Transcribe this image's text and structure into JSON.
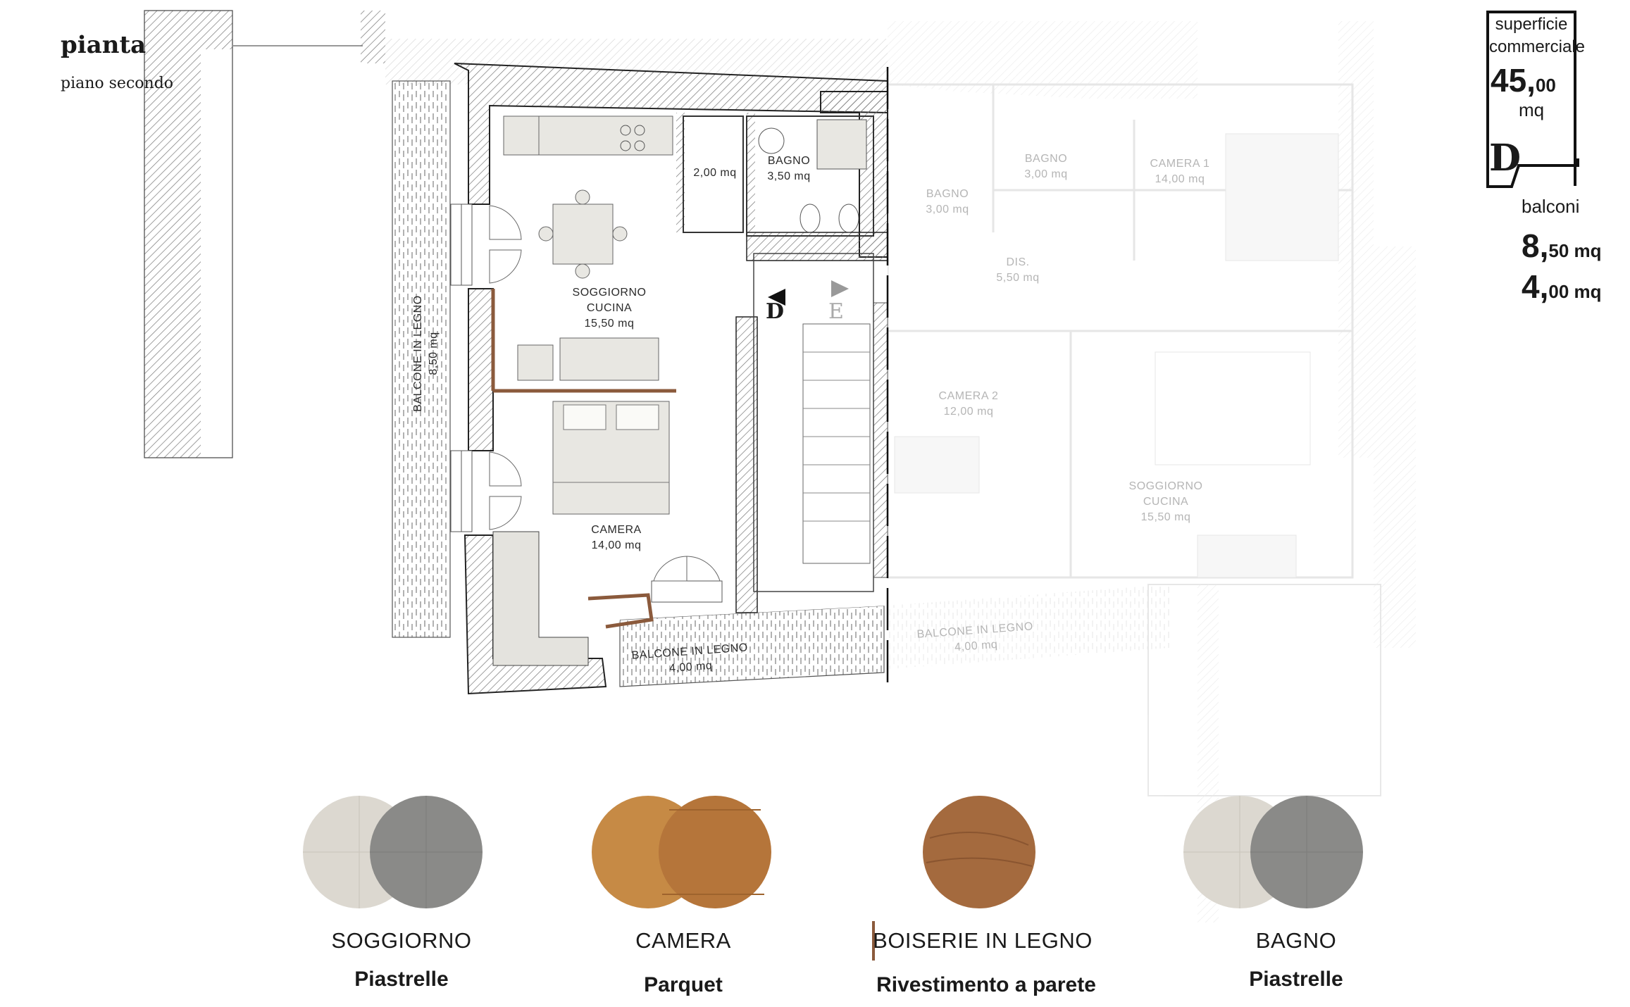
{
  "header": {
    "title": "pianta",
    "subtitle": "piano secondo"
  },
  "summary": {
    "commercial_label_line1": "superficie",
    "commercial_label_line2": "commerciale",
    "area_int": "45,",
    "area_dec": "00",
    "area_unit": "mq",
    "unit_letter": "D",
    "balconies_label": "balconi",
    "balcony1_int": "8,",
    "balcony1_dec": "50 mq",
    "balcony2_int": "4,",
    "balcony2_dec": "00 mq"
  },
  "plan": {
    "active_unit": "D",
    "adjacent_unit": "E",
    "rooms": [
      {
        "id": "soggiorno",
        "lines": [
          "SOGGIORNO",
          "CUCINA",
          "15,50 mq"
        ]
      },
      {
        "id": "rip",
        "lines": [
          "2,00 mq"
        ]
      },
      {
        "id": "bagno",
        "lines": [
          "BAGNO",
          "3,50 mq"
        ]
      },
      {
        "id": "camera",
        "lines": [
          "CAMERA",
          "14,00 mq"
        ]
      },
      {
        "id": "balcone-ovest",
        "lines": [
          "BALCONE IN LEGNO",
          "8,50 mq"
        ]
      },
      {
        "id": "balcone-sud",
        "lines": [
          "BALCONE IN LEGNO",
          "4,00 mq"
        ]
      }
    ],
    "faded_rooms": [
      {
        "id": "bagno-e1",
        "lines": [
          "BAGNO",
          "3,00 mq"
        ]
      },
      {
        "id": "bagno-e2",
        "lines": [
          "BAGNO",
          "3,00 mq"
        ]
      },
      {
        "id": "camera1-e",
        "lines": [
          "CAMERA 1",
          "14,00 mq"
        ]
      },
      {
        "id": "dis-e",
        "lines": [
          "DIS.",
          "5,50 mq"
        ]
      },
      {
        "id": "camera2-e",
        "lines": [
          "CAMERA 2",
          "12,00 mq"
        ]
      },
      {
        "id": "soggiorno-e",
        "lines": [
          "SOGGIORNO",
          "CUCINA",
          "15,50 mq"
        ]
      },
      {
        "id": "balcone-e",
        "lines": [
          "BALCONE IN LEGNO",
          "4,00 mq"
        ]
      }
    ]
  },
  "materials": [
    {
      "category": "SOGGIORNO",
      "type": "Piastrelle",
      "colors": [
        "#dcd8d0",
        "#8a8a88"
      ]
    },
    {
      "category": "CAMERA",
      "type": "Parquet",
      "colors": [
        "#c68a45",
        "#b5753a"
      ]
    },
    {
      "category": "BOISERIE IN LEGNO",
      "type": "Rivestimento a parete",
      "colors": [
        "#a46a3e"
      ]
    },
    {
      "category": "BAGNO",
      "type": "Piastrelle",
      "colors": [
        "#dcd8d0",
        "#8a8a88"
      ]
    }
  ],
  "colors": {
    "wall": "#555555",
    "boiserie": "#8b5a3c",
    "furniture": "#e8e7e2"
  }
}
